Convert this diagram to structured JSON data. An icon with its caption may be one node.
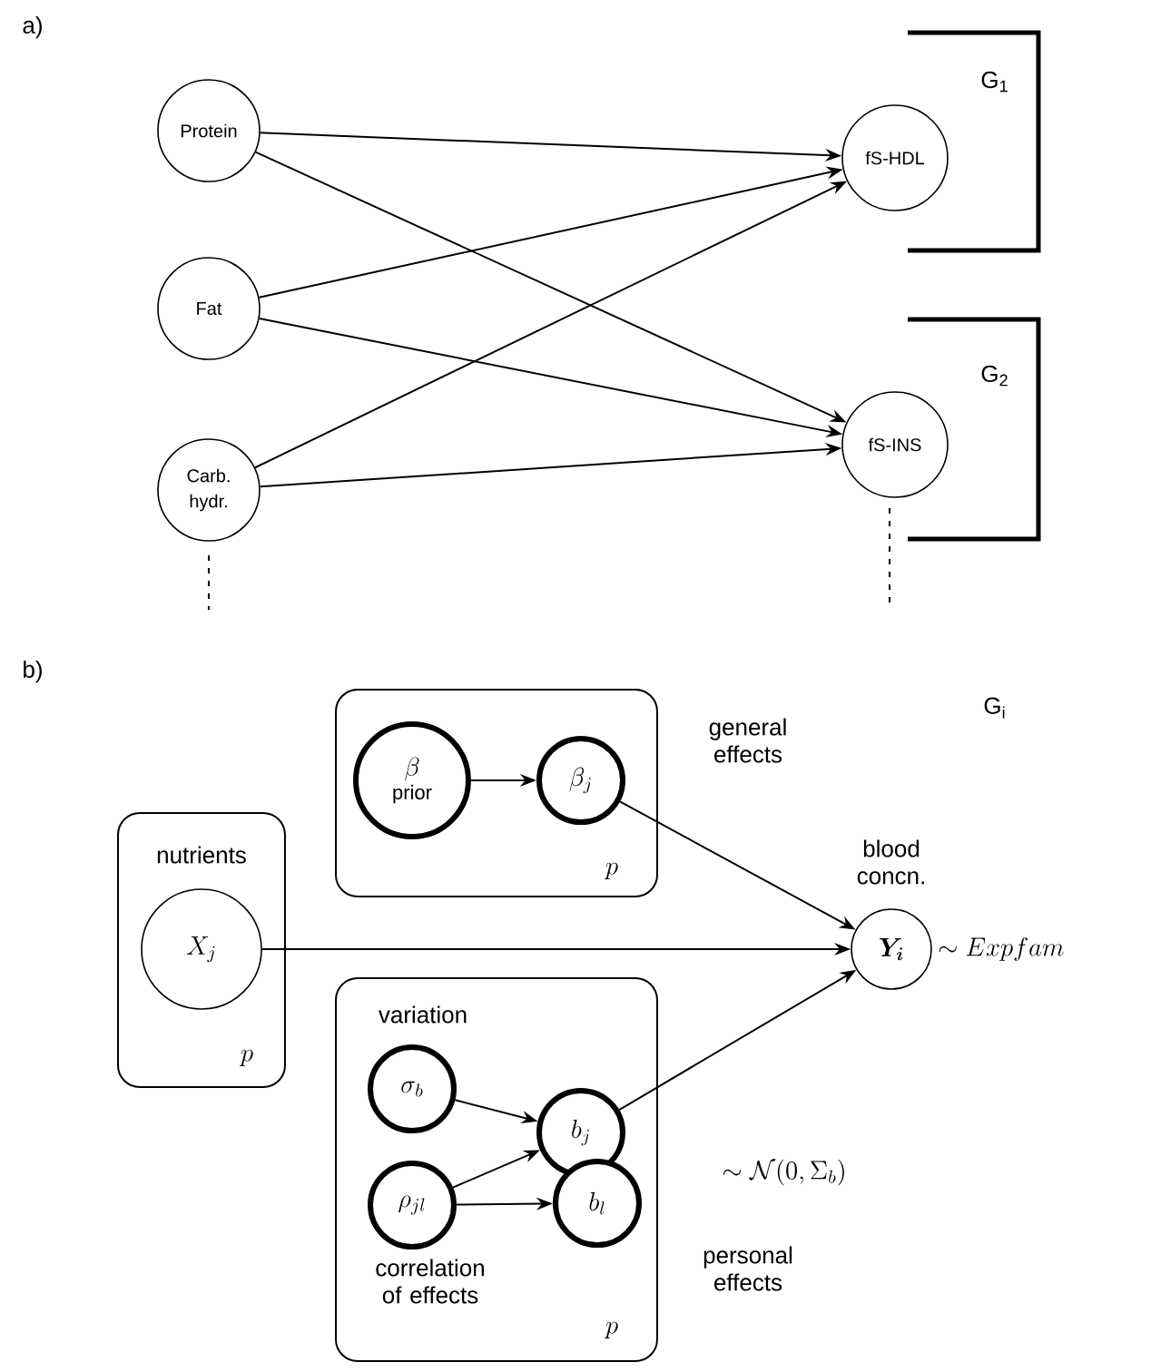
{
  "diagram": {
    "nodes": [
      {
        "text": [
          "Protein"
        ]
      },
      {
        "text": [
          "Fat"
        ]
      },
      {
        "text": [
          "Carb. hydr."
        ]
      },
      {
        "text": [
          "fS-HDL"
        ]
      },
      {
        "text": [
          "fS-INS"
        ]
      },
      {
        "text": [
          "p"
        ]
      },
      {
        "text": [
          "\\beta",
          "prior"
        ],
        "in": 5
      },
      {
        "text": [
          "\\beta_j"
        ],
        "in": 5
      },
      {
        "text": [
          "nutrients",
          "p"
        ]
      },
      {
        "text": [
          "X_j"
        ],
        "in": 8
      },
      {
        "text": [
          "variation",
          "correlation of effects",
          "p"
        ]
      },
      {
        "text": [
          "\\sigma_b"
        ],
        "in": 10
      },
      {
        "text": [
          "\\rho_{jl}"
        ],
        "in": 10
      },
      {
        "text": [
          "b_j"
        ],
        "in": 10
      },
      {
        "text": [
          "b_l"
        ],
        "in": 10
      },
      {
        "text": [
          "\\boldsymbol{Y_i}"
        ],
        "beside": [
          "blood concn.",
          "\\sim Expfam"
        ]
      }
    ],
    "edges": [
      {
        "from": 0,
        "to": 3,
        "arrow": "to"
      },
      {
        "from": 0,
        "to": 4,
        "arrow": "to"
      },
      {
        "from": 1,
        "to": 3,
        "arrow": "to"
      },
      {
        "from": 1,
        "to": 4,
        "arrow": "to"
      },
      {
        "from": 2,
        "to": 3,
        "arrow": "to"
      },
      {
        "from": 2,
        "to": 4,
        "arrow": "to"
      },
      {
        "from": 6,
        "to": 7,
        "arrow": "to"
      },
      {
        "from": 7,
        "to": 15,
        "arrow": "to"
      },
      {
        "from": 9,
        "to": 15,
        "arrow": "to"
      },
      {
        "from": 11,
        "to": 13,
        "arrow": "to"
      },
      {
        "from": 12,
        "to": 13,
        "arrow": "to"
      },
      {
        "from": 12,
        "to": 14,
        "arrow": "to"
      },
      {
        "from": 13,
        "to": 15,
        "arrow": "to"
      }
    ],
    "labels": [
      "a)",
      "G$_{1}$",
      "G$_{2}$",
      "b)",
      "G$_{i}$",
      "general effects",
      "\\sim \\mathcal{N}(0, \\Sigma_b)",
      "personal effects"
    ]
  }
}
